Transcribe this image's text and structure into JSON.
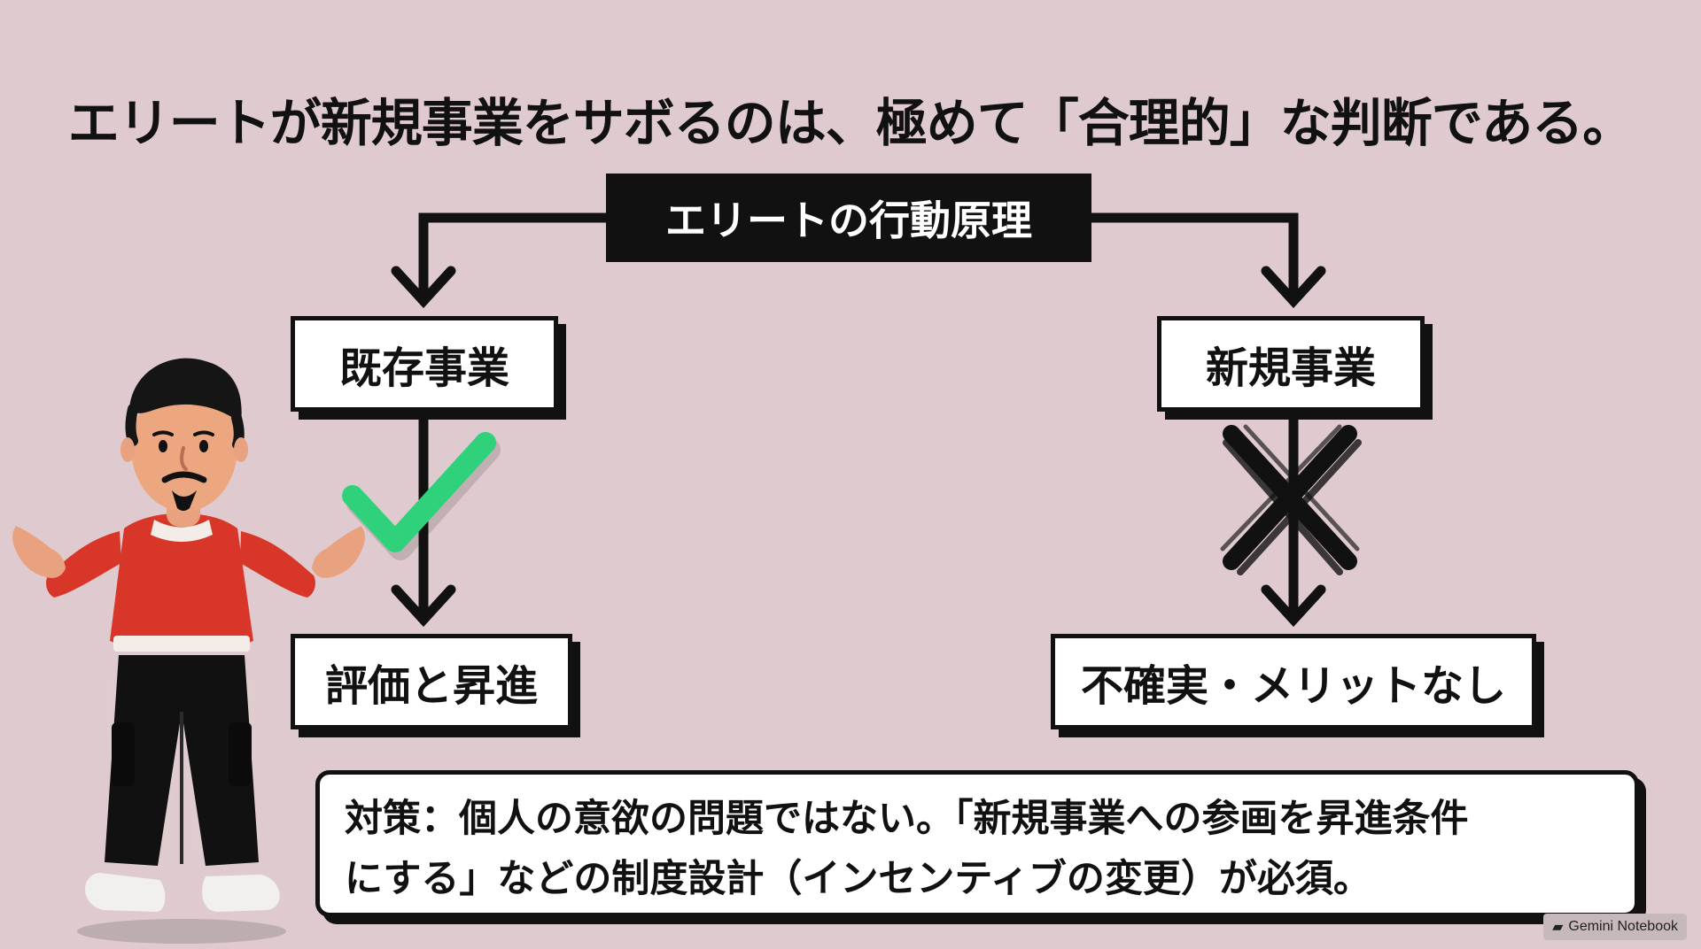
{
  "title": "エリートが新規事業をサボるのは、極めて「合理的」な判断である。",
  "diagram": {
    "principle": "エリートの行動原理",
    "left_box": "既存事業",
    "right_box": "新規事業",
    "left_outcome": "評価と昇進",
    "right_outcome": "不確実・メリットなし"
  },
  "solution": {
    "line1": "対策：個人の意欲の問題ではない。「新規事業への参画を昇進条件",
    "line2": "にする」などの制度設計（インセンティブの変更）が必須。"
  },
  "watermark": {
    "text": "Gemini Notebook"
  },
  "colors": {
    "background": "#dfcbcf",
    "check": "#2fd27a",
    "sweater": "#d83628"
  }
}
